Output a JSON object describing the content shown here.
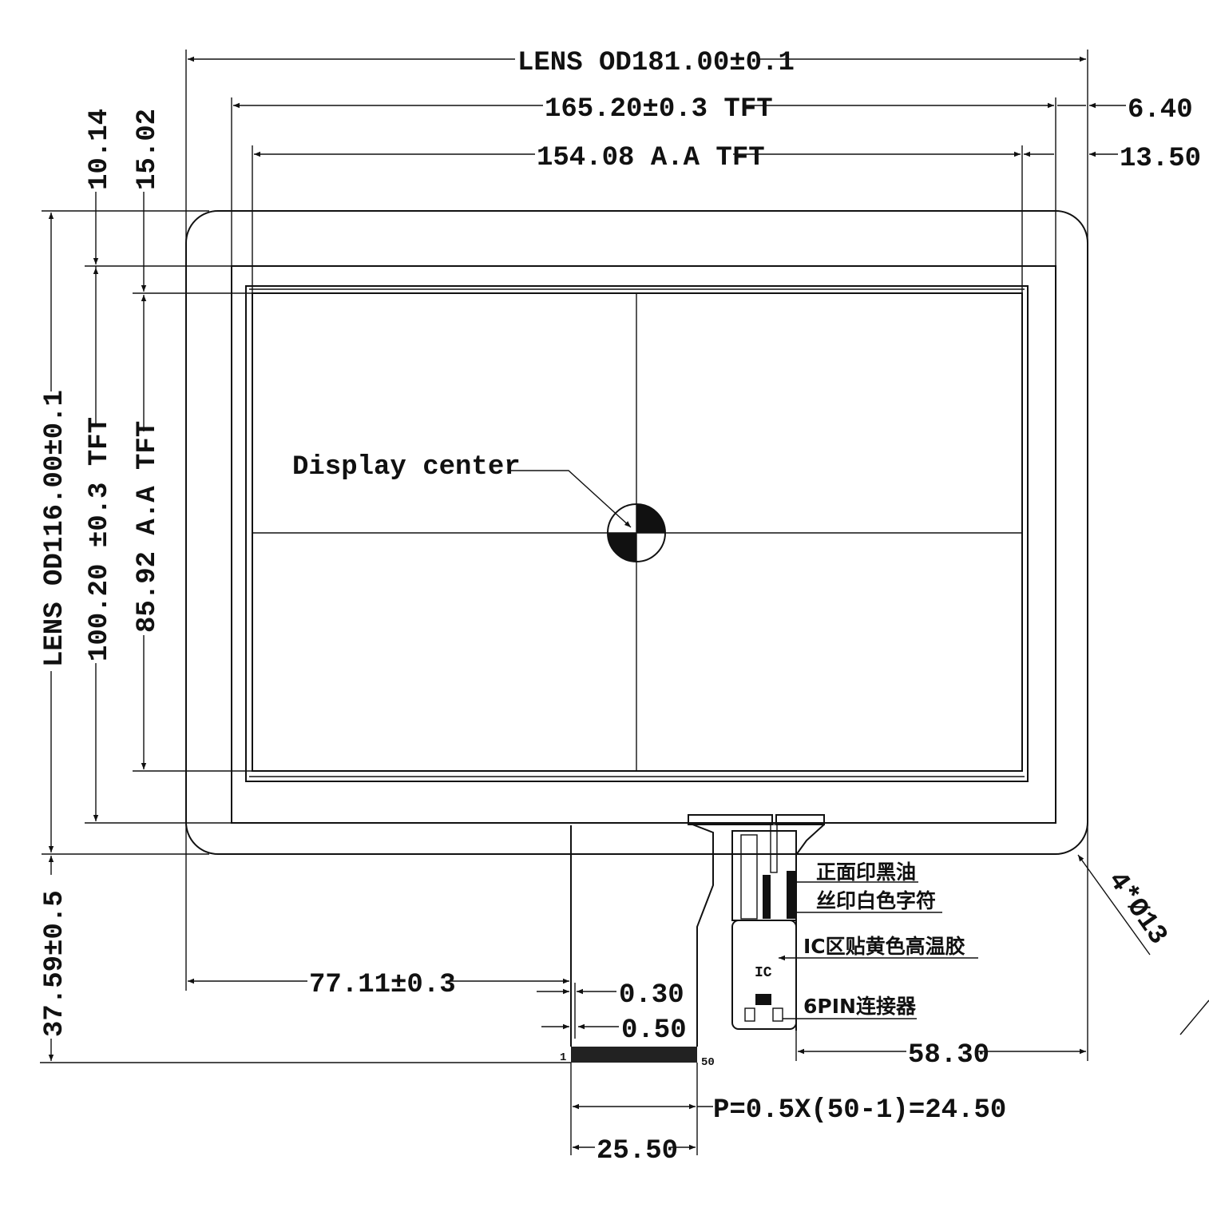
{
  "dimensions": {
    "lens_width": "LENS OD181.00±0.1",
    "tft_width": "165.20±0.3 TFT",
    "aa_width": "154.08 A.A TFT",
    "right_offset_1": "6.40",
    "right_offset_2": "13.50",
    "top_offset_1": "10.14",
    "top_offset_2": "15.02",
    "lens_height": "LENS OD116.00±0.1",
    "tft_height": "100.20 ±0.3 TFT",
    "aa_height": "85.92 A.A TFT",
    "tail_length": "37.59±0.5",
    "tail_position": "77.11±0.3",
    "pin_width": "0.30",
    "pin_gap": "0.50",
    "connector_offset": "58.30",
    "pitch": "P=0.5X(50-1)=24.50",
    "tail_width": "25.50",
    "corner": "4*Ø13"
  },
  "labels": {
    "display_center": "Display center",
    "note_black_ink": "正面印黑油",
    "note_white_print": "丝印白色字符",
    "note_ic_tape": "IC区贴黄色高温胶",
    "ic": "IC",
    "note_6pin": "6PIN连接器",
    "pin_first": "1",
    "pin_last": "50"
  }
}
